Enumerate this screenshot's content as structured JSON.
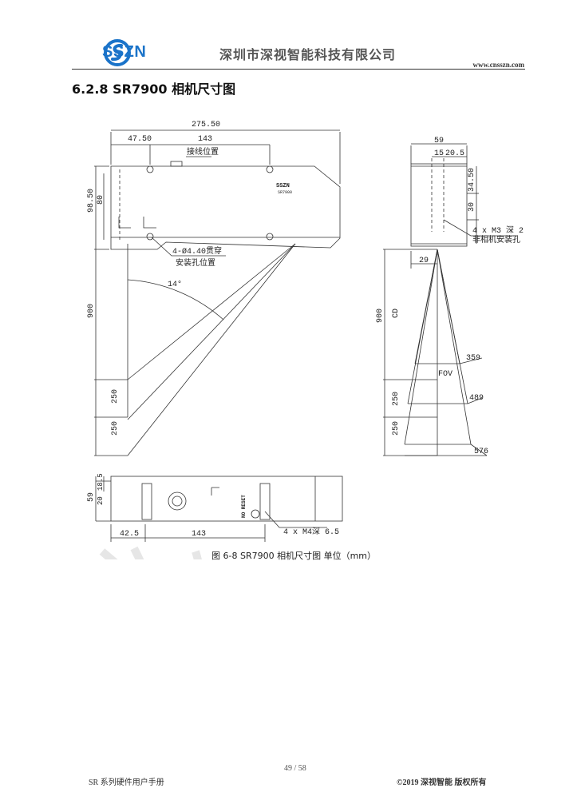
{
  "header": {
    "logo_text": "SSZN",
    "company": "深圳市深视智能科技有限公司",
    "website": "www.cnsszn.com"
  },
  "section": {
    "title": "6.2.8 SR7900 相机尺寸图"
  },
  "drawing": {
    "dims_top": {
      "total": "275.50",
      "left": "47.50",
      "span": "143"
    },
    "note_wire": "接线位置",
    "dims_side": {
      "outer": "98.50",
      "inner": "80",
      "range": "900",
      "near": "250",
      "far": "250"
    },
    "angle": "14°",
    "hole_note_line1": "4-Ø4.40贯穿",
    "hole_note_line2": "安装孔位置",
    "camera_label": "SSZN",
    "camera_model": "SR7900",
    "end_view": {
      "width": "59",
      "hole_pitch": "15",
      "hole_edge": "20.5",
      "v1": "34.50",
      "v2": "30",
      "screw_line1": "4 x M3 深 2",
      "screw_line2": "非相机安装孔",
      "offset": "29",
      "cd": "CD",
      "fov": "FOV",
      "w1": "359",
      "w2": "489",
      "w3": "576",
      "range": "900",
      "near": "250",
      "far": "250"
    },
    "bottom_view": {
      "h1": "18.5",
      "h2": "20",
      "h": "59",
      "left": "42.5",
      "span": "143",
      "screw_note": "4 x M4深 6.5",
      "rotated_text": "NO RESET"
    }
  },
  "caption": "图 6-8 SR7900 相机尺寸图 单位（mm）",
  "footer": {
    "page": "49 / 58",
    "left": "SR 系列硬件用户手册",
    "right": "©2019 深视智能 版权所有"
  }
}
